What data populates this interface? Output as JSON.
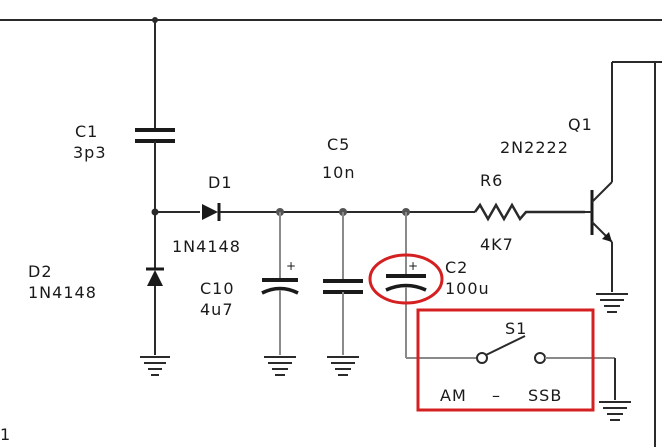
{
  "components": {
    "c1": {
      "ref": "C1",
      "value": "3p3"
    },
    "d1": {
      "ref": "D1",
      "part": "1N4148"
    },
    "d2": {
      "ref": "D2",
      "part": "1N4148"
    },
    "c10": {
      "ref": "C10",
      "value": "4u7"
    },
    "c5": {
      "ref": "C5",
      "value": "10n"
    },
    "c2": {
      "ref": "C2",
      "value": "100u"
    },
    "r6": {
      "ref": "R6",
      "value": "4K7"
    },
    "q1": {
      "ref": "Q1",
      "part": "2N2222"
    },
    "s1": {
      "ref": "S1",
      "left_mode": "AM",
      "separator": "–",
      "right_mode": "SSB"
    }
  },
  "polarity_mark": "+",
  "edge_mark": "1",
  "highlight_color": "#d42020"
}
